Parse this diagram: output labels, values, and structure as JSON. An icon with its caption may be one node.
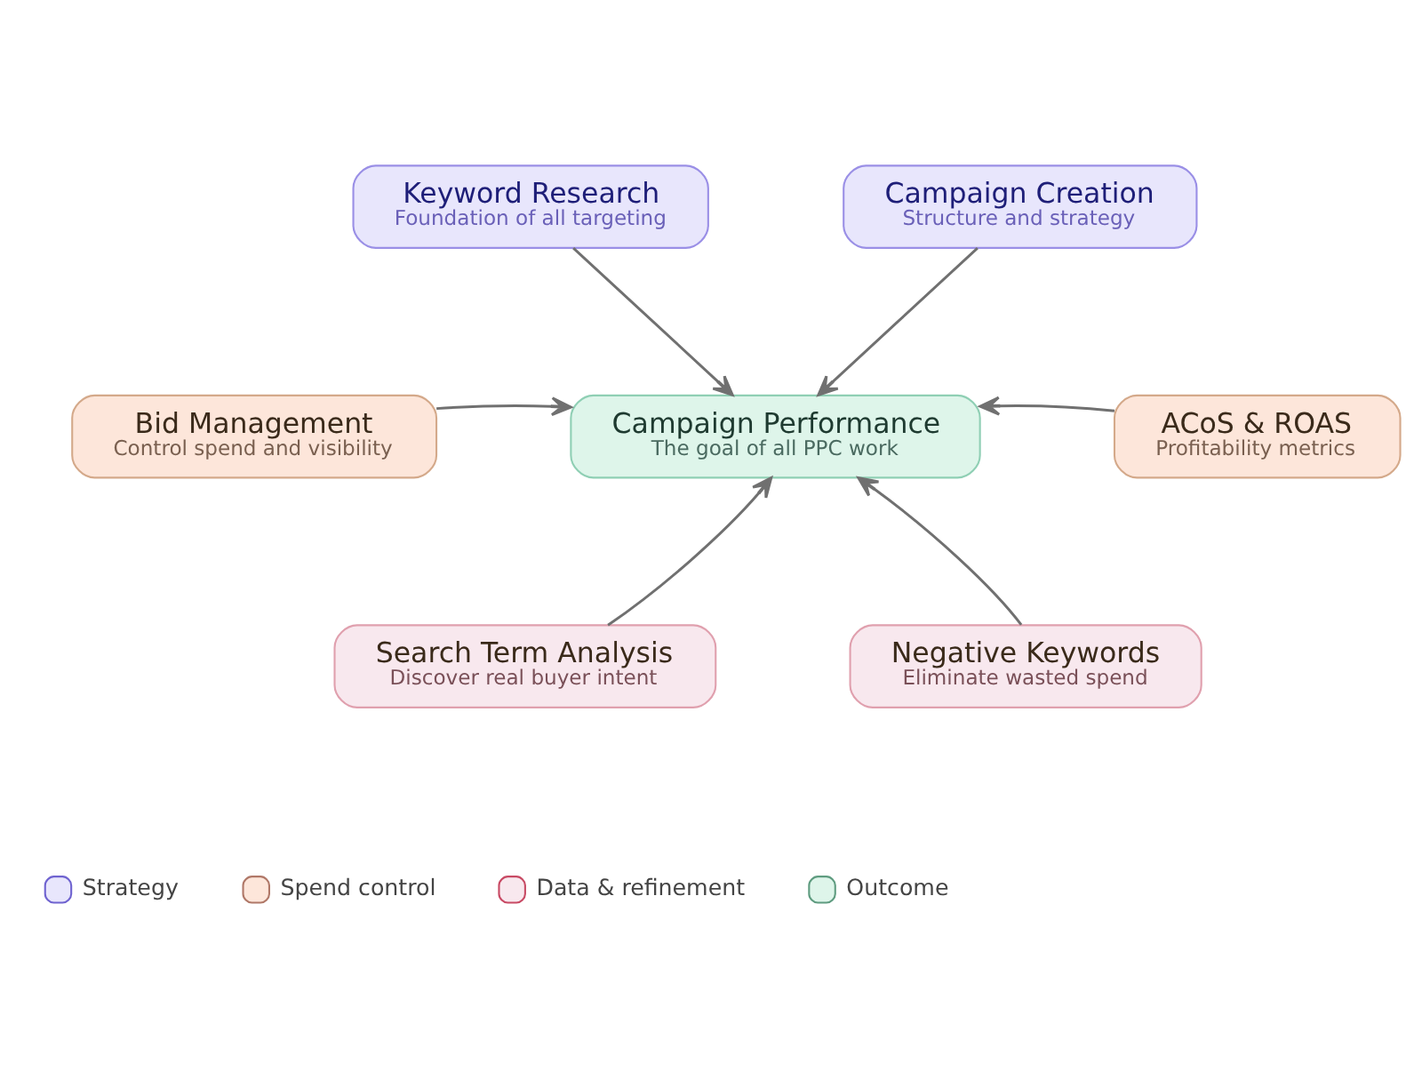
{
  "diagram": {
    "nodes": [
      {
        "text": [
          "Keyword Research",
          "Foundation of all targeting"
        ]
      },
      {
        "text": [
          "Campaign Creation",
          "Structure and strategy"
        ]
      },
      {
        "text": [
          "Bid Management",
          "Control spend and visibility"
        ]
      },
      {
        "text": [
          "Campaign Performance",
          "The goal of all PPC work"
        ]
      },
      {
        "text": [
          "ACoS & ROAS",
          "Profitability metrics"
        ]
      },
      {
        "text": [
          "Search Term Analysis",
          "Discover real buyer intent"
        ]
      },
      {
        "text": [
          "Negative Keywords",
          "Eliminate wasted spend"
        ]
      }
    ],
    "edges": [
      {
        "from": 0,
        "to": 3,
        "arrow": "to"
      },
      {
        "from": 1,
        "to": 3,
        "arrow": "to"
      },
      {
        "from": 2,
        "to": 3,
        "arrow": "to"
      },
      {
        "from": 4,
        "to": 3,
        "arrow": "to"
      },
      {
        "from": 5,
        "to": 3,
        "arrow": "to"
      },
      {
        "from": 6,
        "to": 3,
        "arrow": "to"
      }
    ],
    "legend": [
      {
        "text": "Strategy",
        "color": "#e8e6fc"
      },
      {
        "text": "Spend control",
        "color": "#fde6da"
      },
      {
        "text": "Data & refinement",
        "color": "#f8e8ee"
      },
      {
        "text": "Outcome",
        "color": "#def5ea"
      }
    ]
  }
}
